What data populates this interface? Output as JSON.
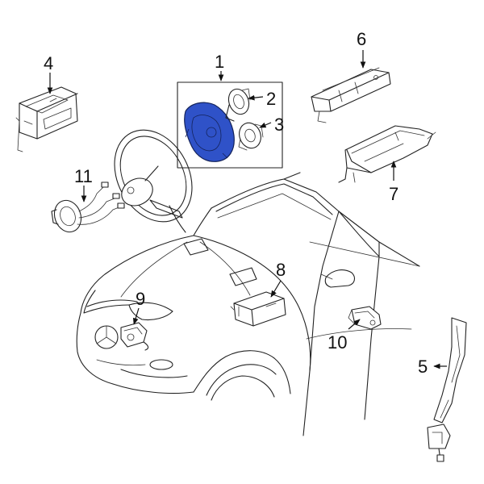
{
  "diagram": {
    "highlight_color": "#2f52c8",
    "parts": [
      {
        "id": "1",
        "label": "1"
      },
      {
        "id": "2",
        "label": "2"
      },
      {
        "id": "3",
        "label": "3"
      },
      {
        "id": "4",
        "label": "4"
      },
      {
        "id": "5",
        "label": "5"
      },
      {
        "id": "6",
        "label": "6"
      },
      {
        "id": "7",
        "label": "7"
      },
      {
        "id": "8",
        "label": "8"
      },
      {
        "id": "9",
        "label": "9"
      },
      {
        "id": "10",
        "label": "10"
      },
      {
        "id": "11",
        "label": "11"
      }
    ]
  }
}
